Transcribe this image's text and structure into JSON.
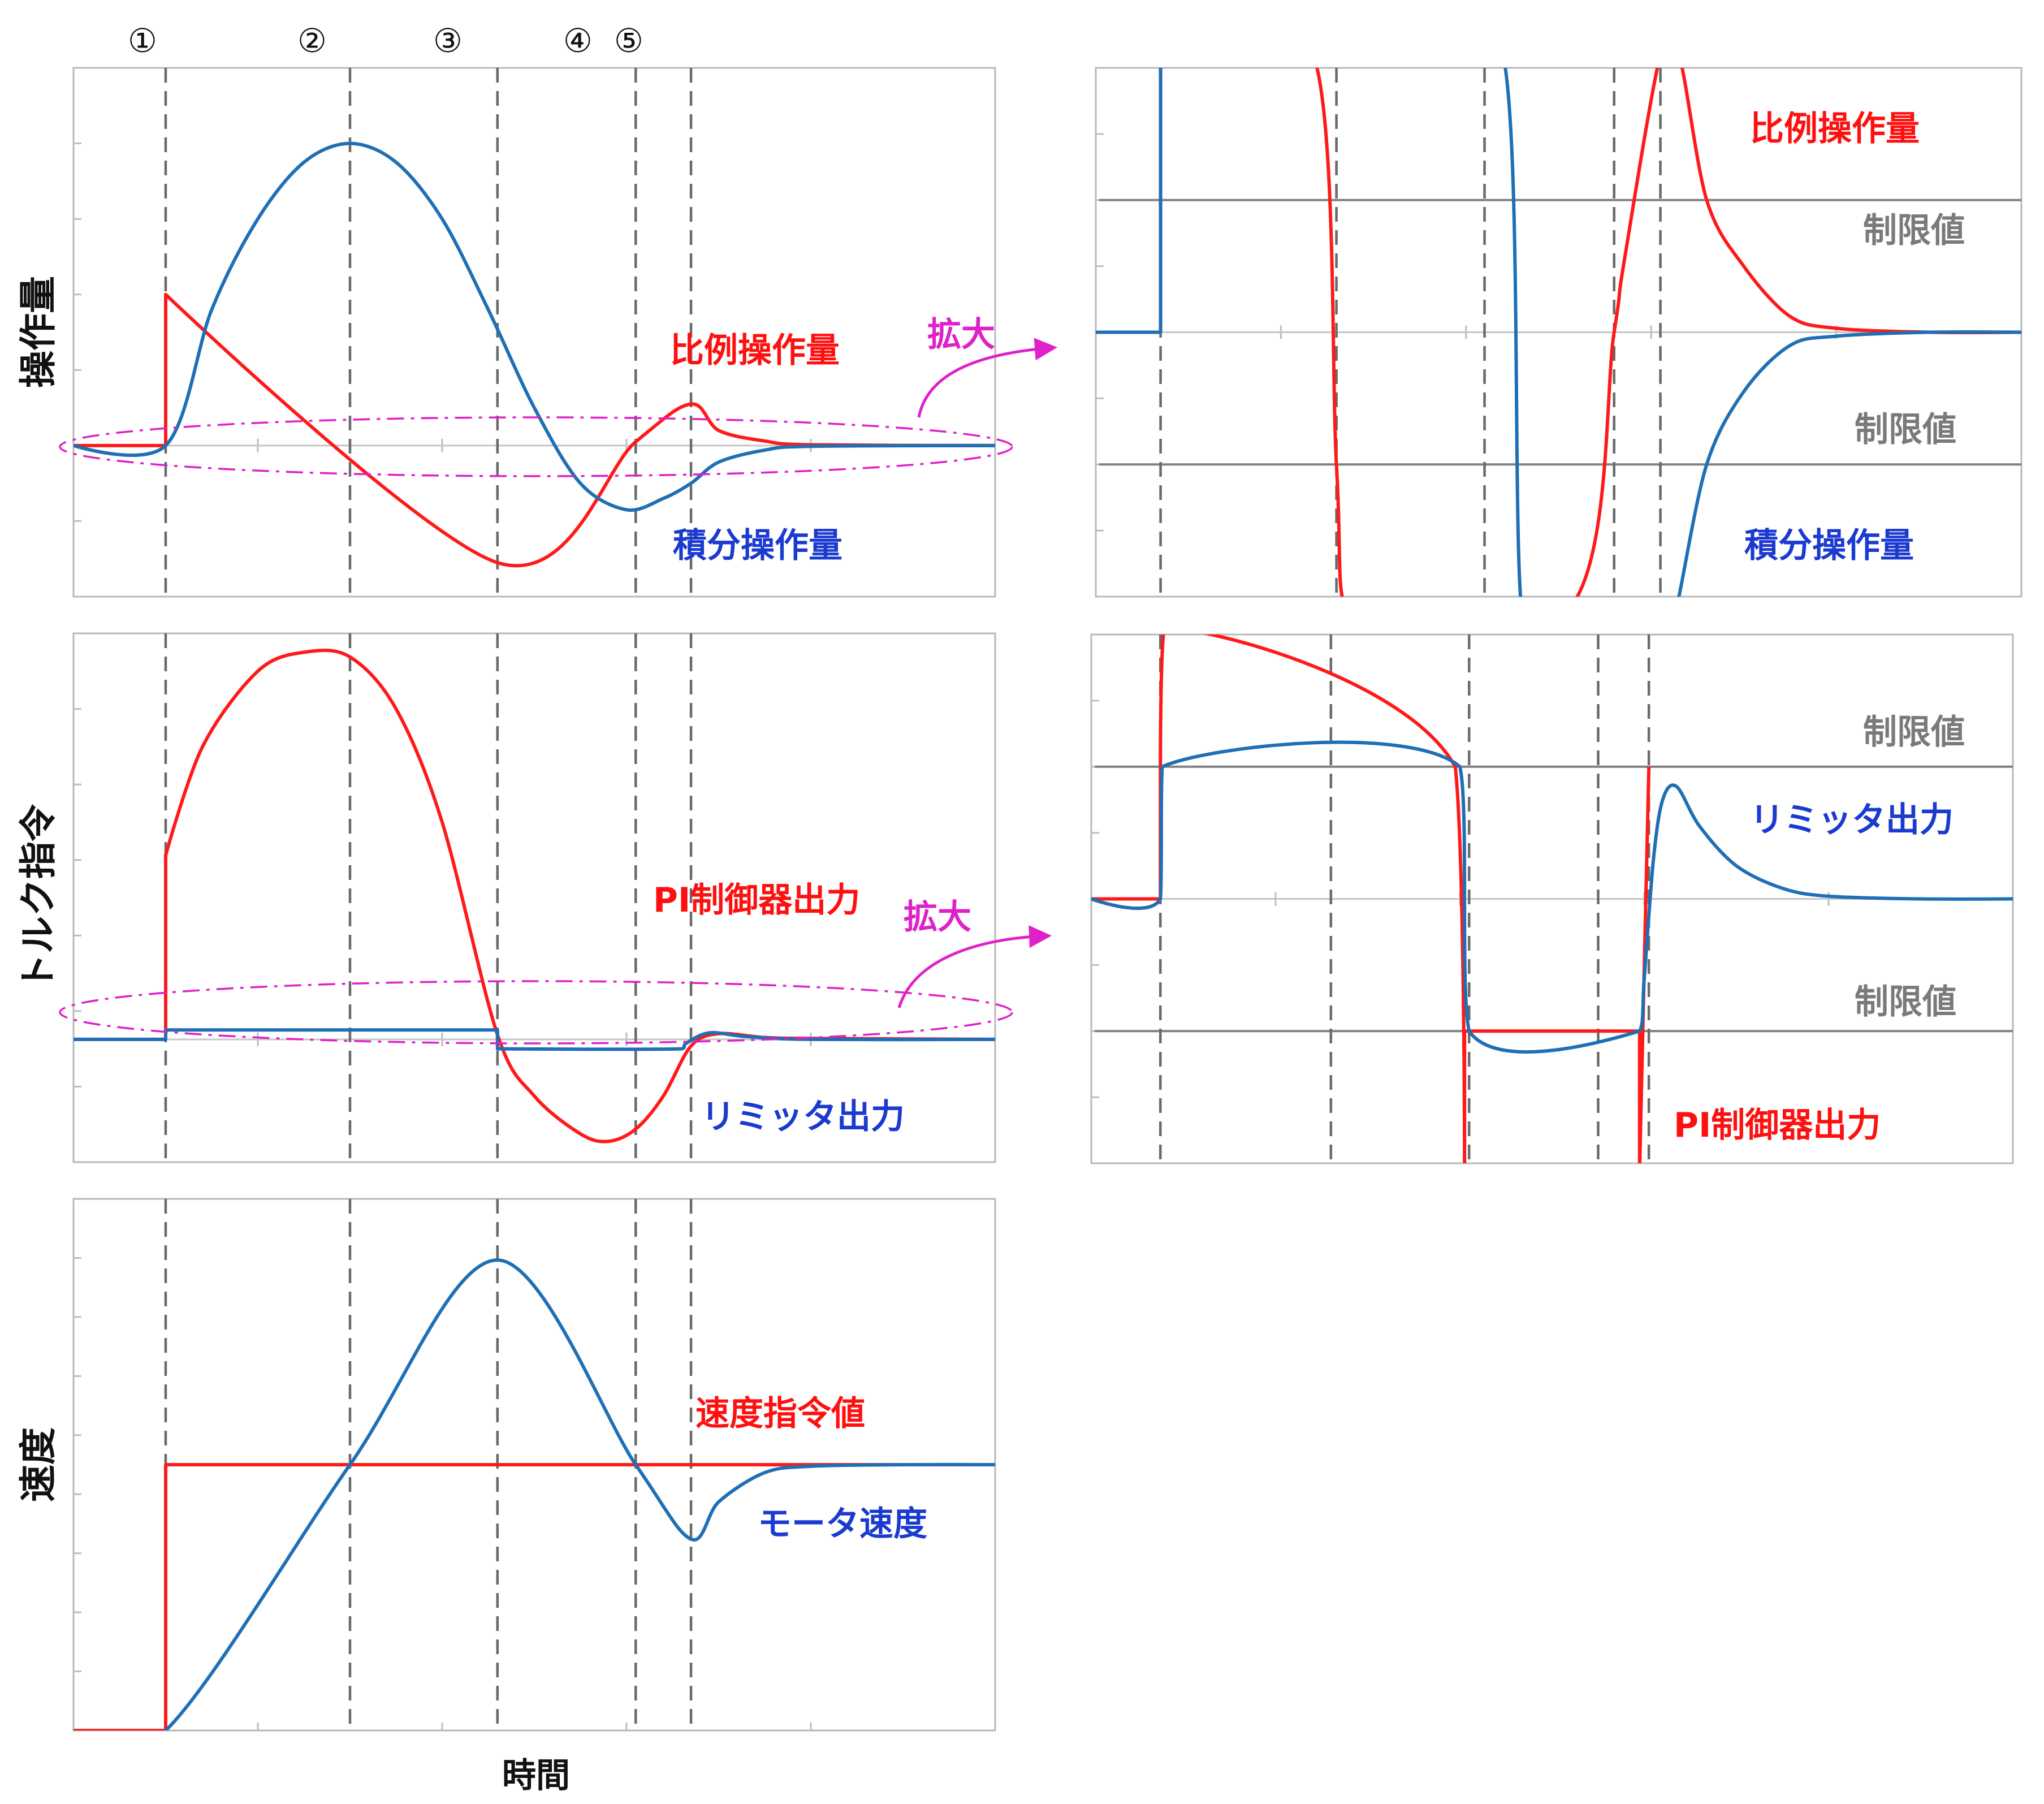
{
  "colors": {
    "red": "#ff1a1a",
    "blue": "#1f6fb5",
    "label_red": "#ff1010",
    "label_blue": "#1a3ad0",
    "gray": "#7a7a7a",
    "magenta": "#e020c8"
  },
  "event_markers": [
    "①",
    "②",
    "③",
    "④",
    "⑤"
  ],
  "x_axis_label": "時間",
  "zoom_label": "拡大",
  "limit_label": "制限値",
  "chart_data": [
    {
      "id": "manipulated",
      "type": "line",
      "ylabel": "操作量",
      "xlabel": "",
      "xlim": [
        0,
        10
      ],
      "ylim": [
        -2,
        5
      ],
      "events": [
        1,
        3,
        4.6,
        6.1,
        6.7
      ],
      "series": [
        {
          "name": "比例操作量",
          "color": "#ff1a1a",
          "x": [
            0,
            1,
            1,
            4.6,
            6.1,
            6.7,
            7.0,
            7.5,
            8.0,
            10
          ],
          "y": [
            0,
            0,
            2,
            -1.55,
            0.05,
            0.55,
            0.2,
            0.06,
            0.01,
            0
          ]
        },
        {
          "name": "積分操作量",
          "color": "#1f6fb5",
          "x": [
            0,
            1,
            1.5,
            2,
            2.5,
            3,
            3.5,
            4,
            4.5,
            5,
            5.5,
            6,
            6.4,
            6.7,
            7.0,
            7.5,
            8.0,
            10
          ],
          "y": [
            0,
            0,
            1.8,
            3.0,
            3.75,
            4.0,
            3.75,
            3.0,
            1.8,
            0.5,
            -0.5,
            -0.85,
            -0.7,
            -0.5,
            -0.22,
            -0.06,
            -0.01,
            0
          ]
        }
      ]
    },
    {
      "id": "manipulated_zoom",
      "type": "line",
      "ylabel": "",
      "xlabel": "",
      "xlim": [
        0,
        10
      ],
      "ylim": [
        -2,
        2
      ],
      "limits": [
        1,
        -1
      ],
      "events": [
        0.7,
        2.6,
        4.2,
        5.6,
        6.1
      ],
      "series": [
        {
          "name": "比例操作量",
          "color": "#ff1a1a",
          "x": [
            0,
            0.7,
            0.7,
            2.35,
            2.6,
            2.7,
            5.1,
            5.6,
            5.7,
            6.1,
            6.3,
            6.6,
            7.0,
            7.5,
            8.0,
            9.0,
            10
          ],
          "y": [
            0,
            0,
            2.1,
            2.1,
            -1,
            -2.1,
            -2.1,
            0,
            0.5,
            2.1,
            2.1,
            1.0,
            0.5,
            0.12,
            0.03,
            0,
            0
          ]
        },
        {
          "name": "積分操作量",
          "color": "#1f6fb5",
          "x": [
            0,
            0.7,
            0.7,
            4.4,
            4.6,
            5.0,
            6.25,
            6.3,
            6.6,
            7.0,
            7.5,
            8.0,
            9.0,
            10
          ],
          "y": [
            0,
            0,
            2.1,
            2.1,
            -2.1,
            -2.1,
            -2.1,
            -2.0,
            -1.0,
            -0.45,
            -0.1,
            -0.03,
            0,
            0
          ]
        }
      ]
    },
    {
      "id": "torque",
      "type": "line",
      "ylabel": "トルク指令",
      "xlabel": "",
      "xlim": [
        0,
        10
      ],
      "ylim": [
        -1.3,
        4.3
      ],
      "events": [
        1,
        3,
        4.6,
        6.1,
        6.7
      ],
      "series": [
        {
          "name": "PI制御器出力",
          "color": "#ff1a1a",
          "x": [
            0,
            1,
            1,
            1.4,
            2.0,
            2.5,
            3.0,
            3.5,
            4.0,
            4.6,
            5.0,
            5.5,
            5.8,
            6.1,
            6.4,
            6.7,
            7.0,
            7.5,
            8.0,
            10
          ],
          "y": [
            0,
            0,
            1.95,
            3.1,
            3.9,
            4.1,
            4.05,
            3.5,
            2.3,
            0.05,
            -0.6,
            -1.0,
            -1.08,
            -0.95,
            -0.6,
            -0.07,
            0.06,
            0.02,
            0.01,
            0
          ]
        },
        {
          "name": "リミッタ出力",
          "color": "#1f6fb5",
          "x": [
            0,
            1,
            1,
            4.6,
            4.6,
            6.6,
            6.65,
            6.9,
            7.3,
            8.0,
            10
          ],
          "y": [
            0,
            0,
            0.1,
            0.1,
            -0.1,
            -0.1,
            -0.04,
            0.07,
            0.03,
            0,
            0
          ]
        }
      ]
    },
    {
      "id": "torque_zoom",
      "type": "line",
      "ylabel": "",
      "xlabel": "",
      "xlim": [
        0,
        10
      ],
      "ylim": [
        -2,
        2
      ],
      "limits": [
        1,
        -1
      ],
      "events": [
        0.75,
        2.6,
        4.1,
        5.5,
        6.05
      ],
      "series": [
        {
          "name": "PI制御器出力",
          "color": "#ff1a1a",
          "x": [
            0,
            0.75,
            0.75,
            0.8,
            3.95,
            4.05,
            4.05,
            5.95,
            5.95,
            6.05
          ],
          "y": [
            0,
            0,
            1,
            2.05,
            1,
            -2.05,
            -1,
            -1,
            -2.05,
            1.0
          ]
        },
        {
          "name": "リミッタ出力",
          "color": "#1f6fb5",
          "x": [
            0,
            0.75,
            0.77,
            4.0,
            4.1,
            5.95,
            6.0,
            6.1,
            6.2,
            6.35,
            6.6,
            7.0,
            7.5,
            8.0,
            9.0,
            10
          ],
          "y": [
            0,
            0,
            1,
            1,
            -1,
            -1,
            -0.6,
            0.3,
            0.75,
            0.85,
            0.55,
            0.25,
            0.08,
            0.02,
            0,
            0
          ]
        }
      ]
    },
    {
      "id": "speed",
      "type": "line",
      "ylabel": "速度",
      "xlabel": "時間",
      "xlim": [
        0,
        10
      ],
      "ylim": [
        0,
        10
      ],
      "events": [
        1,
        3,
        4.6,
        6.1,
        6.7
      ],
      "series": [
        {
          "name": "速度指令値",
          "color": "#ff1a1a",
          "x": [
            0,
            1,
            1,
            10
          ],
          "y": [
            0,
            0,
            5,
            5
          ]
        },
        {
          "name": "モータ速度",
          "color": "#1f6fb5",
          "x": [
            0,
            1,
            3,
            4.6,
            6.1,
            6.7,
            7.0,
            7.5,
            8.0,
            9.0,
            10
          ],
          "y": [
            0,
            0,
            5,
            8.85,
            5,
            3.6,
            4.3,
            4.85,
            4.97,
            5,
            5
          ]
        }
      ]
    }
  ]
}
